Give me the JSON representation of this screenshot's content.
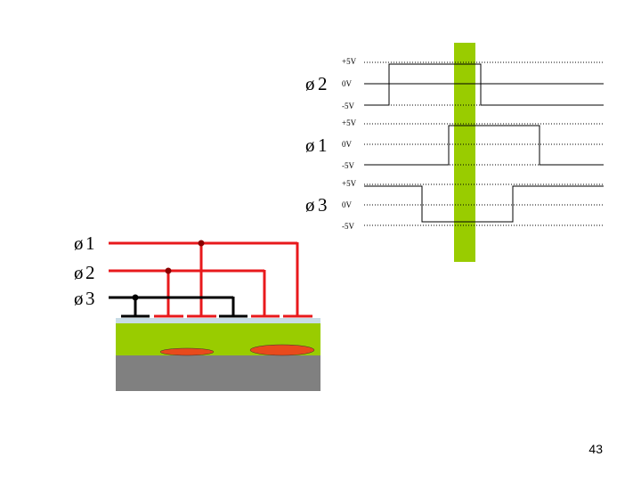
{
  "timing": {
    "phases": [
      {
        "symbol": "ø",
        "index": "2",
        "levels": {
          "high": "+5V",
          "mid": "0V",
          "low": "-5V"
        }
      },
      {
        "symbol": "ø",
        "index": "1",
        "levels": {
          "high": "+5V",
          "mid": "0V",
          "low": "-5V"
        }
      },
      {
        "symbol": "ø",
        "index": "3",
        "levels": {
          "high": "+5V",
          "mid": "0V",
          "low": "-5V"
        }
      }
    ]
  },
  "bus": {
    "lines": [
      {
        "symbol": "ø",
        "index": "1",
        "color": "#e8191c"
      },
      {
        "symbol": "ø",
        "index": "2",
        "color": "#e8191c"
      },
      {
        "symbol": "ø",
        "index": "3",
        "color": "#000000"
      }
    ]
  },
  "colors": {
    "highlight": "#99cc00",
    "wire_active": "#e8191c",
    "wire_passive": "#000000",
    "substrate_top": "#99cc00",
    "substrate_bottom": "#808080",
    "oxide": "#c8dce6",
    "charge": "#e84a1c"
  },
  "page_number": "43"
}
